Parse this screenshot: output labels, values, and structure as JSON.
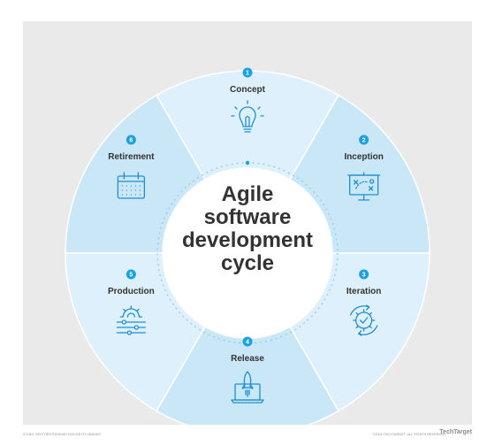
{
  "diagram": {
    "center_title_lines": [
      "Agile",
      "software",
      "development",
      "cycle"
    ],
    "stages": [
      {
        "number": "1",
        "label": "Concept",
        "icon": "lightbulb-icon"
      },
      {
        "number": "2",
        "label": "Inception",
        "icon": "whiteboard-strategy-icon"
      },
      {
        "number": "3",
        "label": "Iteration",
        "icon": "gear-cycle-icon"
      },
      {
        "number": "4",
        "label": "Release",
        "icon": "rocket-laptop-icon"
      },
      {
        "number": "5",
        "label": "Production",
        "icon": "gear-sliders-icon"
      },
      {
        "number": "6",
        "label": "Retirement",
        "icon": "calendar-icon"
      }
    ]
  },
  "colors": {
    "background": "#eaeaea",
    "segment_light": "#ddf0fb",
    "segment_dark": "#c9e7f7",
    "segment_border": "#ffffff",
    "center_fill": "#ffffff",
    "badge": "#1aa1df",
    "icon_stroke": "#1e8fd0",
    "text": "#333333",
    "dashed": "#8ccae9"
  },
  "footer": {
    "credit": "Icons: Vectorstudio/iStock/Getty Images",
    "copyright": "©2024 TechTarget. All rights reserved.",
    "brand": "TechTarget"
  }
}
